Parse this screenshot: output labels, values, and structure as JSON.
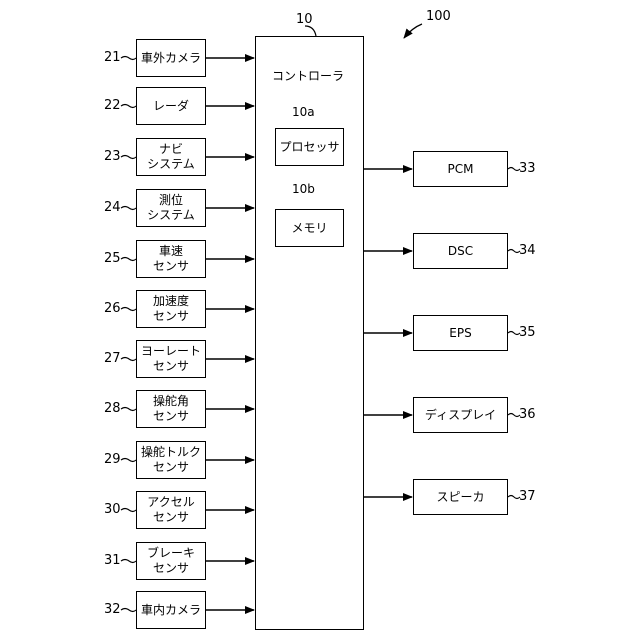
{
  "diagram": {
    "system_label": "100",
    "controller": {
      "ref": "10",
      "title": "コントローラ",
      "processor": {
        "ref": "10a",
        "label": "プロセッサ"
      },
      "memory": {
        "ref": "10b",
        "label": "メモリ"
      }
    },
    "inputs": [
      {
        "ref": "21",
        "label": "車外カメラ"
      },
      {
        "ref": "22",
        "label": "レーダ"
      },
      {
        "ref": "23",
        "label": "ナビ\nシステム"
      },
      {
        "ref": "24",
        "label": "測位\nシステム"
      },
      {
        "ref": "25",
        "label": "車速\nセンサ"
      },
      {
        "ref": "26",
        "label": "加速度\nセンサ"
      },
      {
        "ref": "27",
        "label": "ヨーレート\nセンサ"
      },
      {
        "ref": "28",
        "label": "操舵角\nセンサ"
      },
      {
        "ref": "29",
        "label": "操舵トルク\nセンサ"
      },
      {
        "ref": "30",
        "label": "アクセル\nセンサ"
      },
      {
        "ref": "31",
        "label": "ブレーキ\nセンサ"
      },
      {
        "ref": "32",
        "label": "車内カメラ"
      }
    ],
    "outputs": [
      {
        "ref": "33",
        "label": "PCM"
      },
      {
        "ref": "34",
        "label": "DSC"
      },
      {
        "ref": "35",
        "label": "EPS"
      },
      {
        "ref": "36",
        "label": "ディスプレイ"
      },
      {
        "ref": "37",
        "label": "スピーカ"
      }
    ]
  }
}
